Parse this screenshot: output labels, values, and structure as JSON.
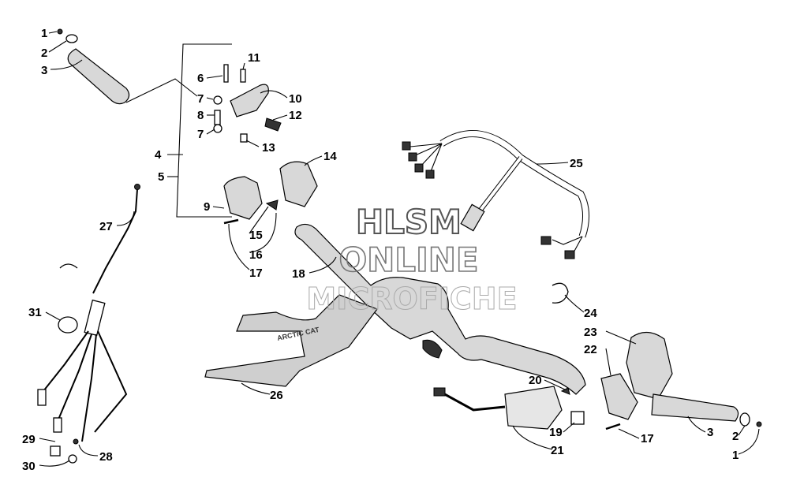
{
  "watermark": {
    "line1": "HLSM",
    "line2": "ONLINE",
    "line3": "MICROFICHE"
  },
  "callouts": {
    "c1a": "1",
    "c2a": "2",
    "c3a": "3",
    "c4": "4",
    "c5": "5",
    "c6": "6",
    "c7a": "7",
    "c7b": "7",
    "c8": "8",
    "c9": "9",
    "c10": "10",
    "c11": "11",
    "c12": "12",
    "c13": "13",
    "c14": "14",
    "c15": "15",
    "c16": "16",
    "c17a": "17",
    "c17b": "17",
    "c18": "18",
    "c19": "19",
    "c20": "20",
    "c21": "21",
    "c22": "22",
    "c23": "23",
    "c24": "24",
    "c25": "25",
    "c26": "26",
    "c27": "27",
    "c28": "28",
    "c29": "29",
    "c30": "30",
    "c31": "31",
    "c3b": "3",
    "c2b": "2",
    "c1b": "1"
  },
  "pad_logo": "ARCTIC CAT"
}
